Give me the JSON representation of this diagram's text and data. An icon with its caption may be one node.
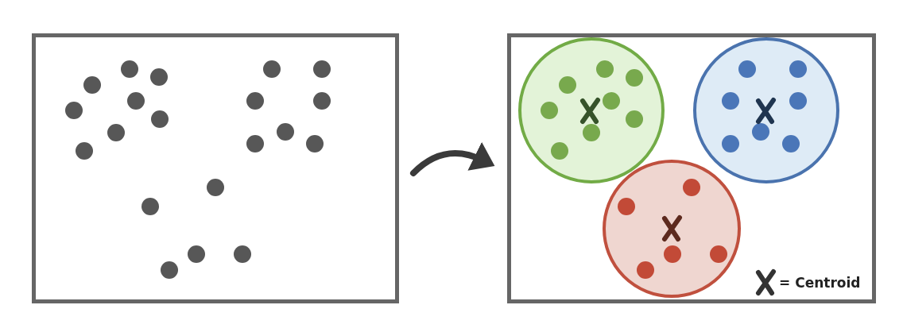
{
  "diagram": {
    "nodes": [
      {
        "text": [],
        "shape": "box"
      },
      {
        "text": [],
        "shape": "box"
      },
      {
        "text": [],
        "shape": "circle",
        "in": 1
      },
      {
        "text": [],
        "shape": "circle",
        "in": 1
      },
      {
        "text": [],
        "shape": "circle",
        "in": 1
      }
    ],
    "edges": [
      {
        "from": 0,
        "to": 1,
        "arrow": "to"
      }
    ],
    "legend": [
      {
        "text": "= Centroid"
      }
    ]
  }
}
